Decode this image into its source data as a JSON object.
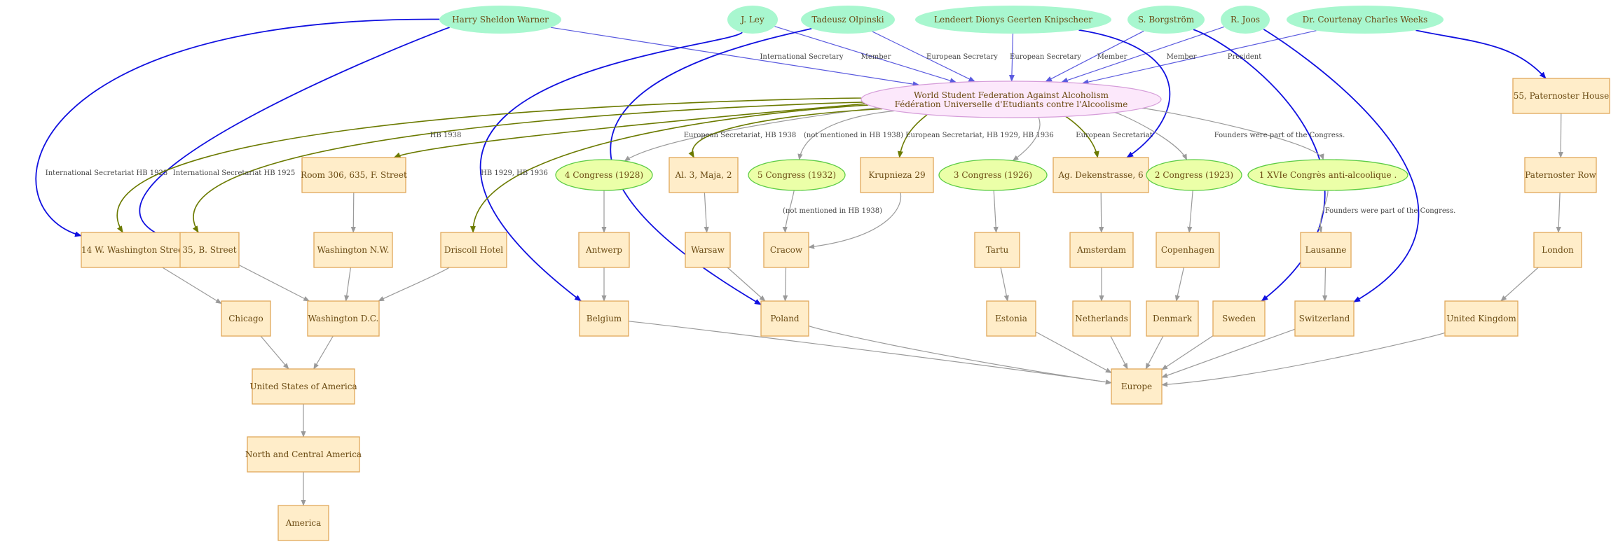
{
  "colors": {
    "person_fill": "#a8f7cf",
    "org_fill": "#fce8fb",
    "org_stroke": "#d59cd9",
    "event_fill": "#ebffa8",
    "event_stroke": "#5ccc45",
    "place_fill": "#ffedc9",
    "place_stroke": "#e0a85a",
    "edge_grey": "#9a9a9a",
    "edge_blue": "#1010e0",
    "edge_violet": "#5a5adf",
    "edge_olive": "#6b7a00",
    "text": "#6b4a12"
  },
  "nodes": [
    {
      "id": "warner",
      "label": "Harry Sheldon Warner",
      "type": "person"
    },
    {
      "id": "ley",
      "label": "J. Ley",
      "type": "person"
    },
    {
      "id": "olpinski",
      "label": "Tadeusz Olpinski",
      "type": "person"
    },
    {
      "id": "knipscheer",
      "label": "Lendeert Dionys Geerten Knipscheer",
      "type": "person"
    },
    {
      "id": "borgstrom",
      "label": "S.  Borgström",
      "type": "person"
    },
    {
      "id": "joos",
      "label": "R. Joos",
      "type": "person"
    },
    {
      "id": "weeks",
      "label": "Dr. Courtenay Charles Weeks",
      "type": "person"
    },
    {
      "id": "wsfaa",
      "label": [
        "World Student Federation Against Alcoholism",
        "Fédération Universelle d'Etudiants contre l'Alcoolisme"
      ],
      "type": "org"
    },
    {
      "id": "paternoster55",
      "label": "55, Paternoster House",
      "type": "place"
    },
    {
      "id": "room306",
      "label": "Room 306, 635, F. Street",
      "type": "place"
    },
    {
      "id": "congress4",
      "label": "4 Congress (1928)",
      "type": "event"
    },
    {
      "id": "maja",
      "label": "Al. 3, Maja, 2",
      "type": "place"
    },
    {
      "id": "congress5",
      "label": "5 Congress (1932)",
      "type": "event"
    },
    {
      "id": "krupnieza",
      "label": "Krupnieza  29",
      "type": "place"
    },
    {
      "id": "congress3",
      "label": "3 Congress (1926)",
      "type": "event"
    },
    {
      "id": "dekenstrasse",
      "label": "Ag. Dekenstrasse, 6",
      "type": "place"
    },
    {
      "id": "congress2",
      "label": "2 Congress (1923)",
      "type": "event"
    },
    {
      "id": "congress1",
      "label": "1 XVIe Congrès anti-alcoolique .",
      "type": "event"
    },
    {
      "id": "paternosterrow",
      "label": "Paternoster Row",
      "type": "place"
    },
    {
      "id": "washington14",
      "label": "14 W. Washington Street",
      "type": "place"
    },
    {
      "id": "bstreet",
      "label": "35, B. Street",
      "type": "place"
    },
    {
      "id": "washingtonnw",
      "label": "Washington N.W.",
      "type": "place"
    },
    {
      "id": "driscoll",
      "label": "Driscoll Hotel",
      "type": "place"
    },
    {
      "id": "antwerp",
      "label": "Antwerp",
      "type": "place"
    },
    {
      "id": "warsaw",
      "label": "Warsaw",
      "type": "place"
    },
    {
      "id": "cracow",
      "label": "Cracow",
      "type": "place"
    },
    {
      "id": "tartu",
      "label": "Tartu",
      "type": "place"
    },
    {
      "id": "amsterdam",
      "label": "Amsterdam",
      "type": "place"
    },
    {
      "id": "copenhagen",
      "label": "Copenhagen",
      "type": "place"
    },
    {
      "id": "lausanne",
      "label": "Lausanne",
      "type": "place"
    },
    {
      "id": "london",
      "label": "London",
      "type": "place"
    },
    {
      "id": "chicago",
      "label": "Chicago",
      "type": "place"
    },
    {
      "id": "washingtondc",
      "label": "Washington D.C.",
      "type": "place"
    },
    {
      "id": "belgium",
      "label": "Belgium",
      "type": "place"
    },
    {
      "id": "poland",
      "label": "Poland",
      "type": "place"
    },
    {
      "id": "estonia",
      "label": "Estonia",
      "type": "place"
    },
    {
      "id": "netherlands",
      "label": "Netherlands",
      "type": "place"
    },
    {
      "id": "denmark",
      "label": "Denmark",
      "type": "place"
    },
    {
      "id": "sweden",
      "label": "Sweden",
      "type": "place"
    },
    {
      "id": "switzerland",
      "label": "Switzerland",
      "type": "place"
    },
    {
      "id": "uk",
      "label": "United Kingdom",
      "type": "place"
    },
    {
      "id": "usa",
      "label": "United States of America",
      "type": "place"
    },
    {
      "id": "europe",
      "label": "Europe",
      "type": "place"
    },
    {
      "id": "ncamerica",
      "label": "North and Central America",
      "type": "place"
    },
    {
      "id": "america",
      "label": "America",
      "type": "place"
    }
  ],
  "edges": [
    {
      "from": "warner",
      "to": "wsfaa",
      "label": "International Secretary",
      "style": "violet"
    },
    {
      "from": "ley",
      "to": "wsfaa",
      "label": "Member",
      "style": "violet"
    },
    {
      "from": "olpinski",
      "to": "wsfaa",
      "label": "European Secretary",
      "style": "violet"
    },
    {
      "from": "knipscheer",
      "to": "wsfaa",
      "label": "European Secretary",
      "style": "violet"
    },
    {
      "from": "borgstrom",
      "to": "wsfaa",
      "label": "Member",
      "style": "violet"
    },
    {
      "from": "joos",
      "to": "wsfaa",
      "label": "Member",
      "style": "violet"
    },
    {
      "from": "weeks",
      "to": "wsfaa",
      "label": "President",
      "style": "violet"
    },
    {
      "from": "warner",
      "to": "washington14",
      "label": "",
      "style": "blue"
    },
    {
      "from": "warner",
      "to": "bstreet",
      "label": "",
      "style": "blue"
    },
    {
      "from": "ley",
      "to": "belgium",
      "label": "",
      "style": "blue"
    },
    {
      "from": "olpinski",
      "to": "poland",
      "label": "",
      "style": "blue"
    },
    {
      "from": "knipscheer",
      "to": "dekenstrasse",
      "label": "",
      "style": "blue"
    },
    {
      "from": "borgstrom",
      "to": "sweden",
      "label": "",
      "style": "blue"
    },
    {
      "from": "joos",
      "to": "switzerland",
      "label": "",
      "style": "blue"
    },
    {
      "from": "weeks",
      "to": "paternoster55",
      "label": "",
      "style": "blue"
    },
    {
      "from": "wsfaa",
      "to": "washington14",
      "label": "International Secretariat HB 1923",
      "style": "olive"
    },
    {
      "from": "wsfaa",
      "to": "bstreet",
      "label": "International Secretariat HB 1925",
      "style": "olive"
    },
    {
      "from": "wsfaa",
      "to": "room306",
      "label": "HB 1938",
      "style": "olive"
    },
    {
      "from": "wsfaa",
      "to": "driscoll",
      "label": "HB 1929, HB 1936",
      "style": "olive"
    },
    {
      "from": "wsfaa",
      "to": "congress4",
      "label": "",
      "style": "grey"
    },
    {
      "from": "wsfaa",
      "to": "maja",
      "label": "European Secretariat, HB 1938",
      "style": "olive"
    },
    {
      "from": "wsfaa",
      "to": "congress5",
      "label": "(not mentioned in HB 1938)",
      "style": "grey"
    },
    {
      "from": "wsfaa",
      "to": "krupnieza",
      "label": "European Secretariat, HB 1929, HB 1936",
      "style": "olive"
    },
    {
      "from": "wsfaa",
      "to": "congress3",
      "label": "",
      "style": "grey"
    },
    {
      "from": "wsfaa",
      "to": "dekenstrasse",
      "label": "European Secretariat",
      "style": "olive"
    },
    {
      "from": "wsfaa",
      "to": "congress2",
      "label": "",
      "style": "grey"
    },
    {
      "from": "wsfaa",
      "to": "congress1",
      "label": "Founders were part of the Congress.",
      "style": "grey"
    },
    {
      "from": "paternoster55",
      "to": "paternosterrow",
      "label": "",
      "style": "grey"
    },
    {
      "from": "room306",
      "to": "washingtonnw",
      "label": "",
      "style": "grey"
    },
    {
      "from": "congress4",
      "to": "antwerp",
      "label": "",
      "style": "grey"
    },
    {
      "from": "maja",
      "to": "warsaw",
      "label": "",
      "style": "grey"
    },
    {
      "from": "congress5",
      "to": "cracow",
      "label": "(not mentioned in HB 1938)",
      "style": "grey"
    },
    {
      "from": "krupnieza",
      "to": "cracow",
      "label": "",
      "style": "grey"
    },
    {
      "from": "congress3",
      "to": "tartu",
      "label": "",
      "style": "grey"
    },
    {
      "from": "dekenstrasse",
      "to": "amsterdam",
      "label": "",
      "style": "grey"
    },
    {
      "from": "congress2",
      "to": "copenhagen",
      "label": "",
      "style": "grey"
    },
    {
      "from": "congress1",
      "to": "lausanne",
      "label": "Founders were part of the Congress.",
      "style": "grey"
    },
    {
      "from": "paternosterrow",
      "to": "london",
      "label": "",
      "style": "grey"
    },
    {
      "from": "washington14",
      "to": "chicago",
      "label": "",
      "style": "grey"
    },
    {
      "from": "bstreet",
      "to": "washingtondc",
      "label": "",
      "style": "grey"
    },
    {
      "from": "washingtonnw",
      "to": "washingtondc",
      "label": "",
      "style": "grey"
    },
    {
      "from": "driscoll",
      "to": "washingtondc",
      "label": "",
      "style": "grey"
    },
    {
      "from": "antwerp",
      "to": "belgium",
      "label": "",
      "style": "grey"
    },
    {
      "from": "warsaw",
      "to": "poland",
      "label": "",
      "style": "grey"
    },
    {
      "from": "cracow",
      "to": "poland",
      "label": "",
      "style": "grey"
    },
    {
      "from": "tartu",
      "to": "estonia",
      "label": "",
      "style": "grey"
    },
    {
      "from": "amsterdam",
      "to": "netherlands",
      "label": "",
      "style": "grey"
    },
    {
      "from": "copenhagen",
      "to": "denmark",
      "label": "",
      "style": "grey"
    },
    {
      "from": "lausanne",
      "to": "switzerland",
      "label": "",
      "style": "grey"
    },
    {
      "from": "london",
      "to": "uk",
      "label": "",
      "style": "grey"
    },
    {
      "from": "chicago",
      "to": "usa",
      "label": "",
      "style": "grey"
    },
    {
      "from": "washingtondc",
      "to": "usa",
      "label": "",
      "style": "grey"
    },
    {
      "from": "belgium",
      "to": "europe",
      "label": "",
      "style": "grey"
    },
    {
      "from": "poland",
      "to": "europe",
      "label": "",
      "style": "grey"
    },
    {
      "from": "estonia",
      "to": "europe",
      "label": "",
      "style": "grey"
    },
    {
      "from": "netherlands",
      "to": "europe",
      "label": "",
      "style": "grey"
    },
    {
      "from": "denmark",
      "to": "europe",
      "label": "",
      "style": "grey"
    },
    {
      "from": "sweden",
      "to": "europe",
      "label": "",
      "style": "grey"
    },
    {
      "from": "switzerland",
      "to": "europe",
      "label": "",
      "style": "grey"
    },
    {
      "from": "uk",
      "to": "europe",
      "label": "",
      "style": "grey"
    },
    {
      "from": "usa",
      "to": "ncamerica",
      "label": "",
      "style": "grey"
    },
    {
      "from": "ncamerica",
      "to": "america",
      "label": "",
      "style": "grey"
    }
  ]
}
